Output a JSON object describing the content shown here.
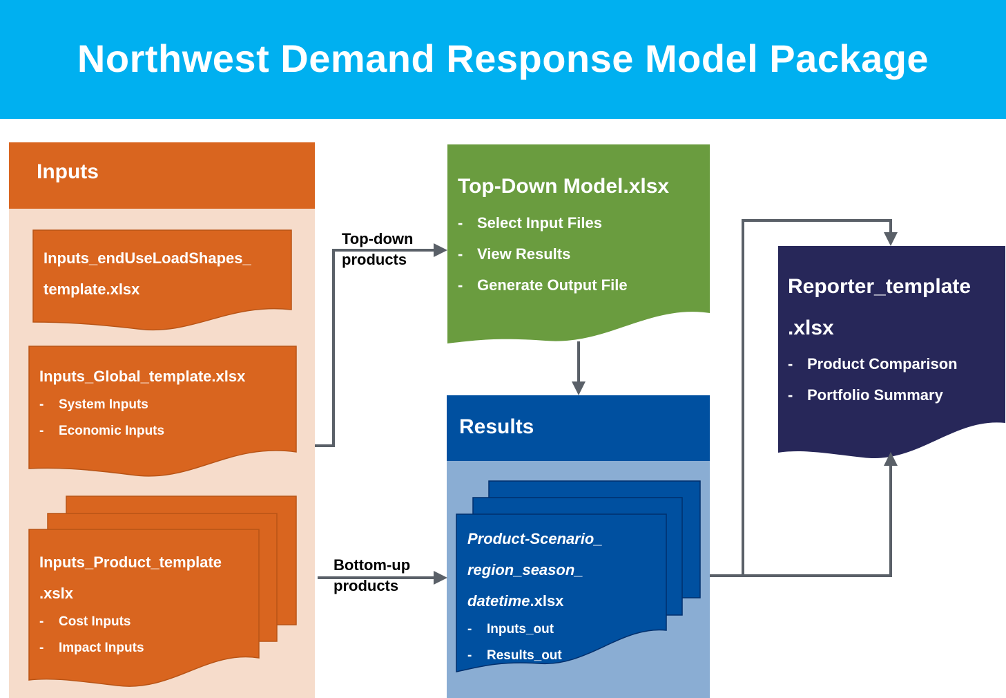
{
  "title": "Northwest Demand Response Model Package",
  "inputs": {
    "header": "Inputs",
    "file1": {
      "line1": "Inputs_endUseLoadShapes_",
      "line2": "template.xlsx"
    },
    "file2": {
      "name": "Inputs_Global_template.xlsx",
      "items": [
        "System Inputs",
        "Economic Inputs"
      ]
    },
    "file3": {
      "line1": "Inputs_Product_template",
      "line2": ".xslx",
      "items": [
        "Cost Inputs",
        "Impact Inputs"
      ]
    }
  },
  "arrows": {
    "top_down": {
      "line1": "Top-down",
      "line2": "products"
    },
    "bottom_up": {
      "line1": "Bottom-up",
      "line2": "products"
    }
  },
  "top_down_model": {
    "name": "Top-Down Model.xlsx",
    "items": [
      "Select Input Files",
      "View Results",
      "Generate Output File"
    ]
  },
  "results": {
    "header": "Results",
    "file": {
      "line1": "Product-Scenario_",
      "line2": "region_season_",
      "line3_italic": "datetime",
      "line3_rest": ".xlsx",
      "items": [
        "Inputs_out",
        "Results_out"
      ]
    }
  },
  "reporter": {
    "line1": "Reporter_template",
    "line2": ".xlsx",
    "items": [
      "Product Comparison",
      "Portfolio Summary"
    ]
  },
  "bullet_dash": "-",
  "colors": {
    "title_bar": "#00b0f0",
    "inputs_orange": "#d9651f",
    "inputs_bg": "#f6dccb",
    "top_down_green": "#6a9c3f",
    "results_blue": "#0050a0",
    "results_bg": "#8aadd3",
    "reporter_navy": "#272759",
    "arrow_gray": "#5a6068"
  }
}
